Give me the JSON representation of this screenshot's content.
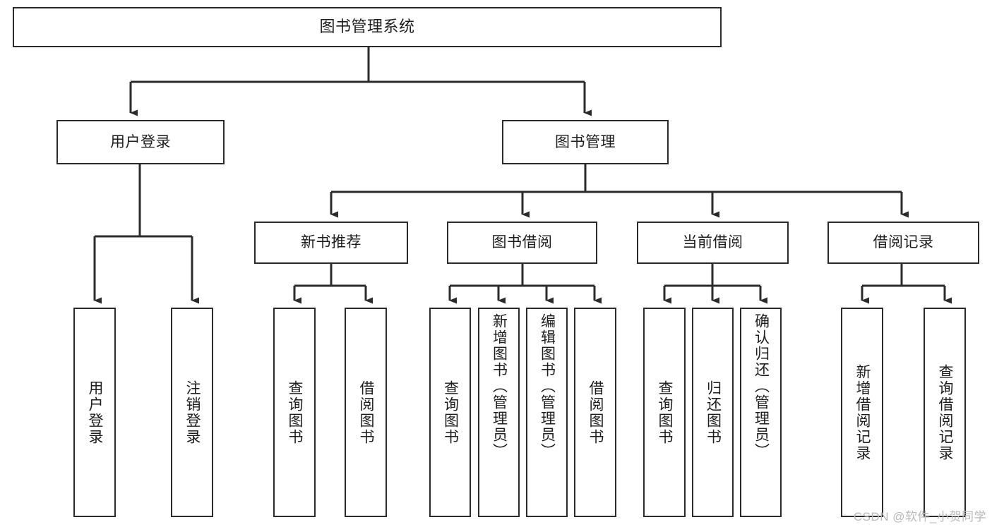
{
  "diagram": {
    "type": "tree",
    "title": "图书管理系统",
    "watermark": "CSDN @软件_小贺同学",
    "stroke_color": "#2b2b2b",
    "fill_color": "#ffffff",
    "text_color": "#1d1d1d",
    "nodes": {
      "root": {
        "label": "图书管理系统"
      },
      "level2": [
        {
          "id": "user-login",
          "label": "用户登录"
        },
        {
          "id": "book-manage",
          "label": "图书管理"
        }
      ],
      "level3": [
        {
          "id": "new-book-recommend",
          "label": "新书推荐"
        },
        {
          "id": "book-borrow",
          "label": "图书借阅"
        },
        {
          "id": "current-borrow",
          "label": "当前借阅"
        },
        {
          "id": "borrow-record",
          "label": "借阅记录"
        }
      ],
      "leaves": {
        "user_login": [
          {
            "id": "leaf-user-login",
            "label": "用户登录"
          },
          {
            "id": "leaf-logout-login",
            "label": "注销登录"
          }
        ],
        "new_book_recommend": [
          {
            "id": "leaf-query-book-1",
            "label": "查询图书"
          },
          {
            "id": "leaf-borrow-book-1",
            "label": "借阅图书"
          }
        ],
        "book_borrow": [
          {
            "id": "leaf-query-book-2",
            "label": "查询图书"
          },
          {
            "id": "leaf-add-book",
            "label": "新增图书（管理员）"
          },
          {
            "id": "leaf-edit-book",
            "label": "编辑图书（管理员）"
          },
          {
            "id": "leaf-borrow-book-2",
            "label": "借阅图书"
          }
        ],
        "current_borrow": [
          {
            "id": "leaf-query-book-3",
            "label": "查询图书"
          },
          {
            "id": "leaf-return-book",
            "label": "归还图书"
          },
          {
            "id": "leaf-confirm-return",
            "label": "确认归还（管理员）"
          }
        ],
        "borrow_record": [
          {
            "id": "leaf-add-record",
            "label": "新增借阅记录"
          },
          {
            "id": "leaf-query-record",
            "label": "查询借阅记录"
          }
        ]
      }
    }
  }
}
